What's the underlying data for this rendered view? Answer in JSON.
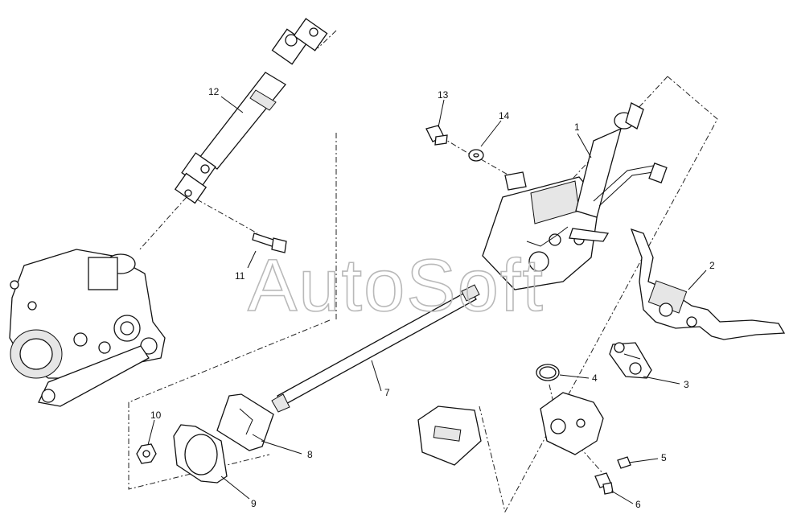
{
  "watermark": "AutoSoft",
  "callouts": {
    "c1": "1",
    "c2": "2",
    "c3": "3",
    "c4": "4",
    "c5": "5",
    "c6": "6",
    "c7": "7",
    "c8": "8",
    "c9": "9",
    "c10": "10",
    "c11": "11",
    "c12": "12",
    "c13": "13",
    "c14": "14"
  }
}
